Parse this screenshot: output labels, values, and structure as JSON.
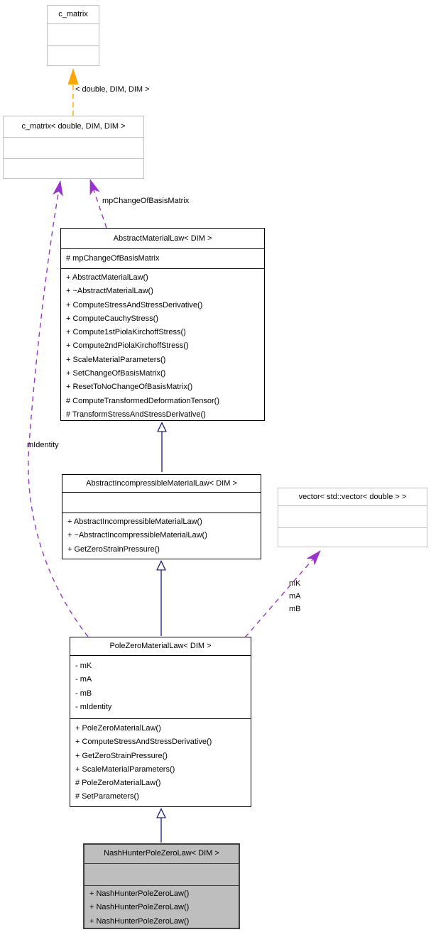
{
  "diagram": {
    "type": "uml-class-collaboration-diagram",
    "colors": {
      "inheritance_edge": "#191970",
      "usage_edge": "#9a32cd",
      "template_edge": "#ffa500",
      "external_box_border": "#c0c0c0",
      "documented_box_border": "#000000",
      "current_box_fill": "#bebebe",
      "background": "#ffffff"
    }
  },
  "edge_labels": {
    "template_args": "< double, DIM, DIM >",
    "mp_change_of_basis_matrix": "mpChangeOfBasisMatrix",
    "m_identity": "mIdentity",
    "m_k": "mK",
    "m_a": "mA",
    "m_b": "mB"
  },
  "classes": {
    "c_matrix": {
      "title": "c_matrix"
    },
    "c_matrix_template": {
      "title": "c_matrix< double, DIM, DIM >"
    },
    "abstract_material_law": {
      "title": "AbstractMaterialLaw< DIM >",
      "attributes": [
        "# mpChangeOfBasisMatrix"
      ],
      "methods": [
        "+ AbstractMaterialLaw()",
        "+ ~AbstractMaterialLaw()",
        "+ ComputeStressAndStressDerivative()",
        "+ ComputeCauchyStress()",
        "+ Compute1stPiolaKirchoffStress()",
        "+ Compute2ndPiolaKirchoffStress()",
        "+ ScaleMaterialParameters()",
        "+ SetChangeOfBasisMatrix()",
        "+ ResetToNoChangeOfBasisMatrix()",
        "# ComputeTransformedDeformationTensor()",
        "# TransformStressAndStressDerivative()"
      ]
    },
    "abstract_incompressible_material_law": {
      "title": "AbstractIncompressibleMaterialLaw< DIM >",
      "methods": [
        "+ AbstractIncompressibleMaterialLaw()",
        "+ ~AbstractIncompressibleMaterialLaw()",
        "+ GetZeroStrainPressure()"
      ]
    },
    "vector_std_vector_double": {
      "title": "vector< std::vector< double > >"
    },
    "pole_zero_material_law": {
      "title": "PoleZeroMaterialLaw< DIM >",
      "attributes": [
        "- mK",
        "- mA",
        "- mB",
        "- mIdentity"
      ],
      "methods": [
        "+ PoleZeroMaterialLaw()",
        "+ ComputeStressAndStressDerivative()",
        "+ GetZeroStrainPressure()",
        "+ ScaleMaterialParameters()",
        "# PoleZeroMaterialLaw()",
        "# SetParameters()"
      ]
    },
    "nash_hunter_pole_zero_law": {
      "title": "NashHunterPoleZeroLaw< DIM >",
      "methods": [
        "+ NashHunterPoleZeroLaw()",
        "+ NashHunterPoleZeroLaw()",
        "+ NashHunterPoleZeroLaw()"
      ]
    }
  }
}
